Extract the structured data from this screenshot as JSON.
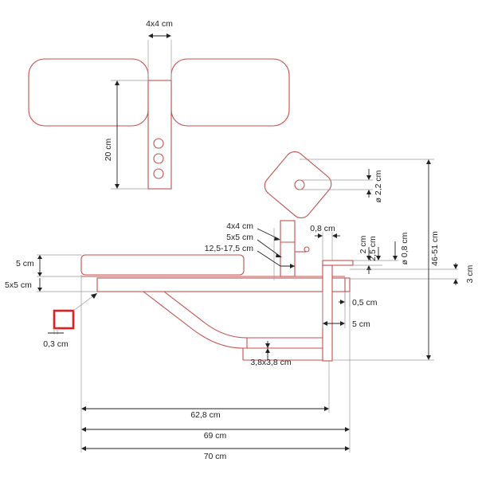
{
  "drawing": {
    "colors": {
      "outline": "#c0504d",
      "dimension": "#222222",
      "extension": "#9a9a9a",
      "section_marker": "#e02020"
    },
    "labels": {
      "top_4x4": "4x4 cm",
      "height_20": "20 cm",
      "d22": "ø 2,2 cm",
      "h46_51": "46-51 cm",
      "c4x4": "4x4 cm",
      "c5x5": "5x5 cm",
      "c12_17": "12,5-17,5 cm",
      "c08": "0,8 cm",
      "c2": "2 cm",
      "c25": "2,5 cm",
      "d08": "ø 0,8 cm",
      "c3": "3 cm",
      "c5_left": "5 cm",
      "c5x5_left": "5x5 cm",
      "c05": "0,5 cm",
      "c5_right": "5 cm",
      "c03": "0,3 cm",
      "c38": "3,8x3,8 cm",
      "w628": "62,8 cm",
      "w69": "69 cm",
      "w70": "70 cm"
    }
  }
}
